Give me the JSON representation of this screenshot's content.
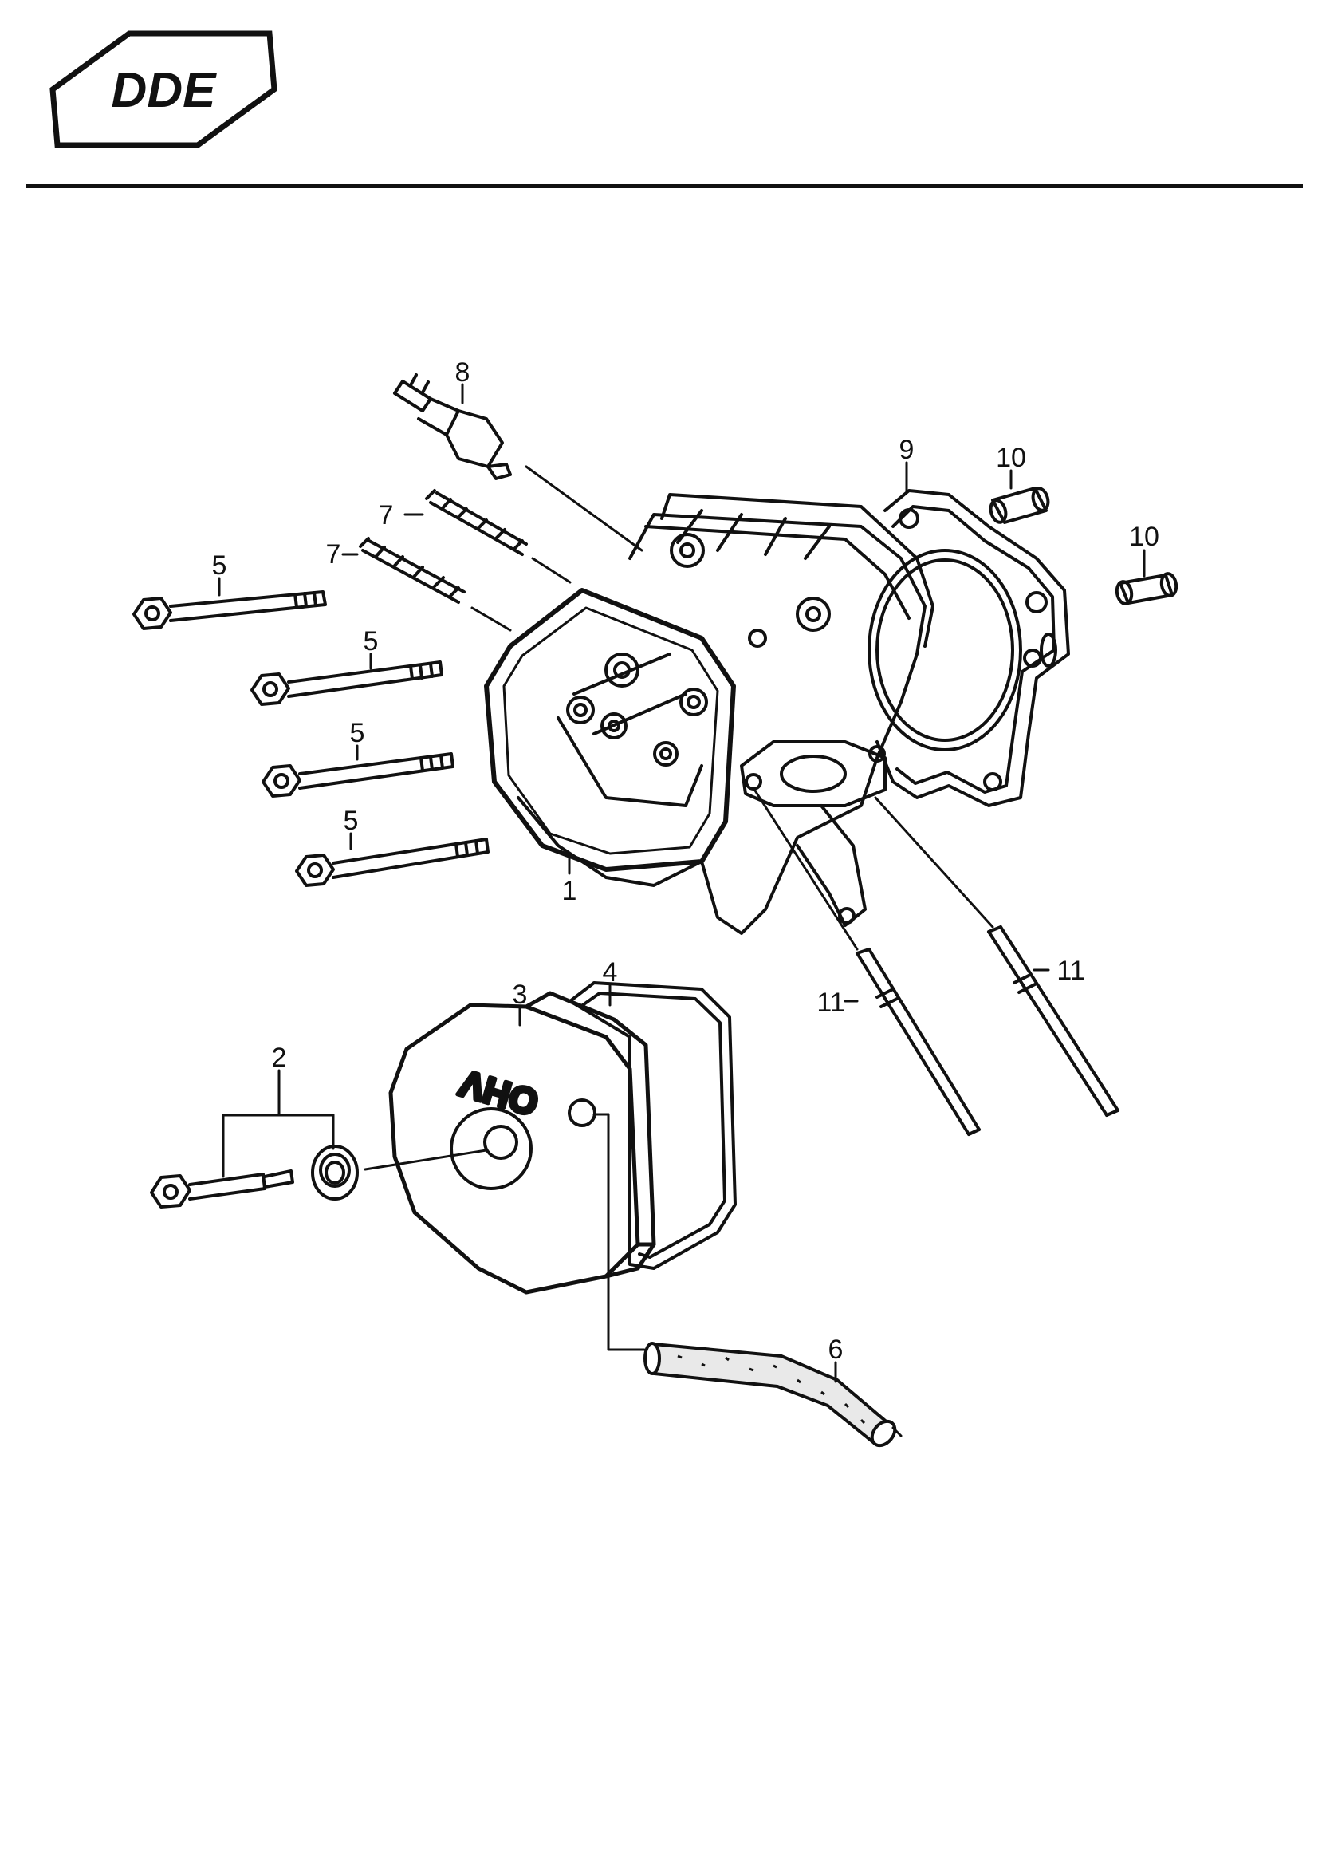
{
  "brand": {
    "name": "DDE",
    "color": "#111111"
  },
  "callouts": {
    "c1": "1",
    "c2": "2",
    "c3": "3",
    "c4": "4",
    "c5a": "5",
    "c5b": "5",
    "c5c": "5",
    "c5d": "5",
    "c6": "6",
    "c7a": "7",
    "c7b": "7",
    "c8": "8",
    "c9": "9",
    "c10a": "10",
    "c10b": "10",
    "c11a": "11",
    "c11b": "11"
  },
  "cover_marking": "OHV"
}
